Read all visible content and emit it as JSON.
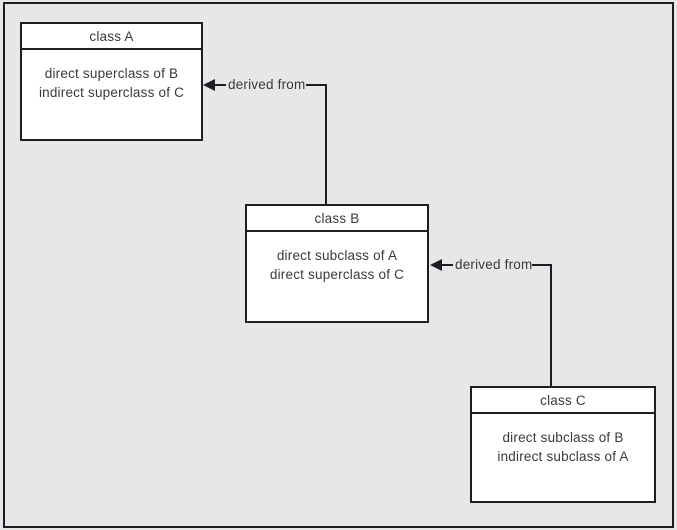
{
  "diagram": {
    "colors": {
      "background": "#e6e7e9",
      "line": "#1e1e22",
      "text": "#3a3a3c",
      "box_fill": "#ffffff"
    },
    "boxes": [
      {
        "id": "A",
        "title": "class A",
        "lines": [
          "direct superclass of B",
          "indirect superclass of C"
        ]
      },
      {
        "id": "B",
        "title": "class B",
        "lines": [
          "direct subclass of A",
          "direct superclass of C"
        ]
      },
      {
        "id": "C",
        "title": "class C",
        "lines": [
          "direct subclass of B",
          "indirect subclass of A"
        ]
      }
    ],
    "connectors": [
      {
        "label": "derived from",
        "from": "class B",
        "to": "class A"
      },
      {
        "label": "derived from",
        "from": "class C",
        "to": "class B"
      }
    ]
  }
}
